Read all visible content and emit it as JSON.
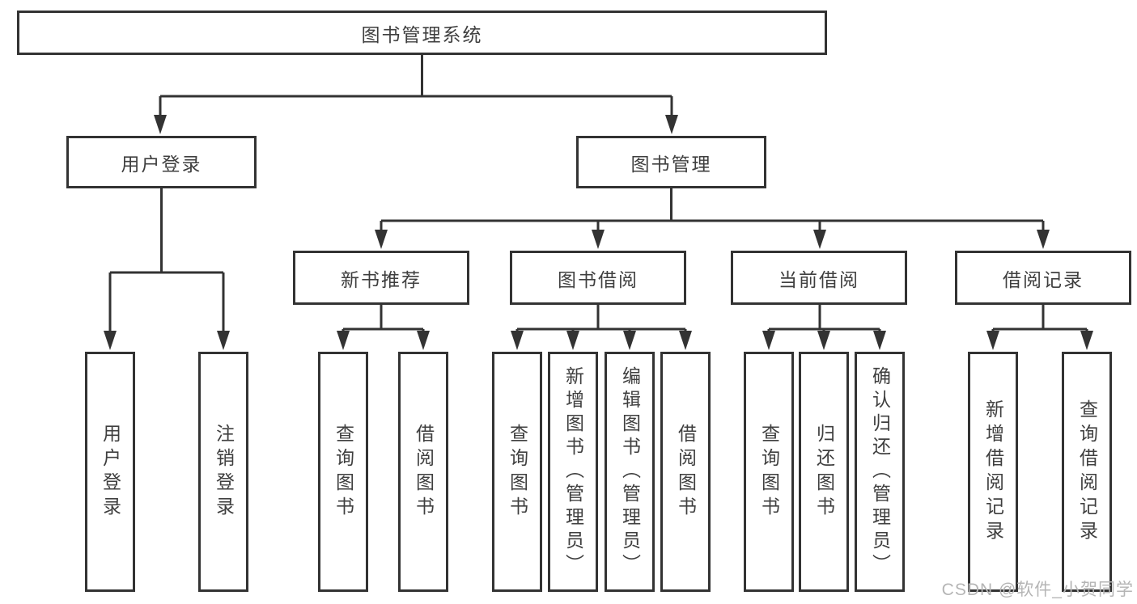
{
  "diagram": {
    "root": {
      "label": "图书管理系统"
    },
    "level2": [
      {
        "label": "用户登录"
      },
      {
        "label": "图书管理"
      }
    ],
    "level3": [
      {
        "label": "新书推荐"
      },
      {
        "label": "图书借阅"
      },
      {
        "label": "当前借阅"
      },
      {
        "label": "借阅记录"
      }
    ],
    "leaves": [
      {
        "label": "用户登录",
        "parent": "用户登录"
      },
      {
        "label": "注销登录",
        "parent": "用户登录"
      },
      {
        "label": "查询图书",
        "parent": "新书推荐"
      },
      {
        "label": "借阅图书",
        "parent": "新书推荐"
      },
      {
        "label": "查询图书",
        "parent": "图书借阅"
      },
      {
        "label": "新增图书（管理员）",
        "parent": "图书借阅"
      },
      {
        "label": "编辑图书（管理员）",
        "parent": "图书借阅"
      },
      {
        "label": "借阅图书",
        "parent": "图书借阅"
      },
      {
        "label": "查询图书",
        "parent": "当前借阅"
      },
      {
        "label": "归还图书",
        "parent": "当前借阅"
      },
      {
        "label": "确认归还（管理员）",
        "parent": "当前借阅"
      },
      {
        "label": "新增借阅记录",
        "parent": "借阅记录"
      },
      {
        "label": "查询借阅记录",
        "parent": "借阅记录"
      }
    ]
  },
  "watermark": {
    "text": "CSDN @软件_小贺同学"
  },
  "colors": {
    "line": "#333333",
    "box_border": "#333333",
    "text": "#3f3f3f",
    "watermark": "#b5b5b5",
    "background": "#ffffff"
  }
}
